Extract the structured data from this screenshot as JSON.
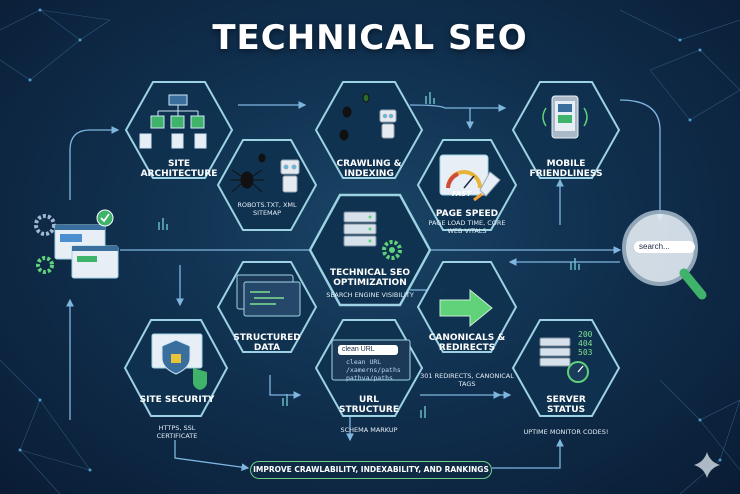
{
  "title": "TECHNICAL SEO",
  "nodes": [
    {
      "id": "site-architecture",
      "label": "SITE ARCHITECTURE",
      "sub": ""
    },
    {
      "id": "robots",
      "label": "",
      "sub": "ROBOTS.TXT, XML SITEMAP"
    },
    {
      "id": "crawling",
      "label": "CRAWLING & INDEXING",
      "sub": ""
    },
    {
      "id": "page-speed",
      "label": "PAGE SPEED",
      "sub": "PAGE LOAD TIME, CORE WEB VITALS"
    },
    {
      "id": "mobile",
      "label": "MOBILE FRIENDLINESS",
      "sub": ""
    },
    {
      "id": "center",
      "label": "TECHNICAL SEO OPTIMIZATION",
      "sub": "SEARCH ENGINE VISIBILITY"
    },
    {
      "id": "structured",
      "label": "STRUCTURED DATA",
      "sub": ""
    },
    {
      "id": "canonicals",
      "label": "CANONICALS & REDIRECTS",
      "sub": "301 REDIRECTS, CANONICAL TAGS"
    },
    {
      "id": "security",
      "label": "SITE SECURITY",
      "sub": "HTTPS, SSL CERTIFICATE"
    },
    {
      "id": "url",
      "label": "URL STRUCTURE",
      "sub": "SCHEMA MARKUP"
    },
    {
      "id": "server",
      "label": "SERVER STATUS",
      "sub": "UPTIME MONITOR CODES!"
    }
  ],
  "page_speed_badge": "FAST",
  "search_text": "search...",
  "url_bar_text": "clean URL",
  "url_paths": [
    "clean URL",
    "/xamerns/paths",
    "pathva/paths"
  ],
  "status_codes": [
    "200",
    "404",
    "503"
  ],
  "banner": "IMPROVE CRAWLABILITY, INDEXABILITY, AND RANKINGS",
  "colors": {
    "hex_stroke": "#9fd6e6",
    "hex_fill": "#0f3250",
    "accent_green": "#5fd27a",
    "arrow": "#7fb6e0"
  },
  "icons": [
    "sitemap-icon",
    "spider-icon",
    "robot-icon",
    "gauge-icon",
    "rocket-icon",
    "phone-icon",
    "server-icon",
    "gear-icon",
    "code-window-icon",
    "arrow-right-icon",
    "shield-lock-icon",
    "magnifier-icon",
    "browser-window-icon",
    "sparkle-icon"
  ]
}
